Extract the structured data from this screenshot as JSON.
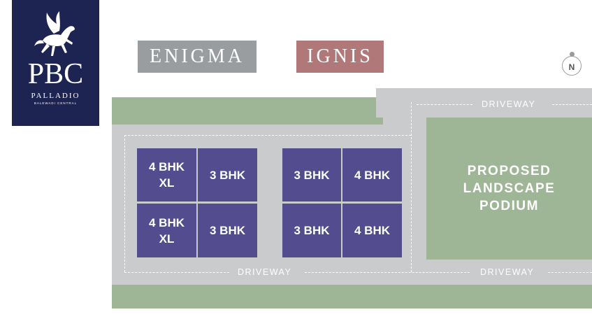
{
  "logo": {
    "initials": "PBC",
    "name": "PALLADIO",
    "sub": "BALEWADI CENTRAL",
    "icon": "pegasus-icon",
    "color": "#1e2452"
  },
  "towers": {
    "enigma": {
      "label": "ENIGMA",
      "color": "#9a9d9f"
    },
    "ignis": {
      "label": "IGNIS",
      "color": "#b07878"
    }
  },
  "compass": {
    "label": "N"
  },
  "plan": {
    "driveway_top": "DRIVEWAY",
    "driveway_bottom_left": "DRIVEWAY",
    "driveway_bottom_right": "DRIVEWAY",
    "podium": "PROPOSED\nLANDSCAPE\nPODIUM",
    "enigma_units": [
      "4 BHK\nXL",
      "3 BHK",
      "4 BHK\nXL",
      "3 BHK"
    ],
    "ignis_units": [
      "3 BHK",
      "4 BHK",
      "3 BHK",
      "4 BHK"
    ],
    "colors": {
      "unit": "#534d8f",
      "green": "#9eb696",
      "road": "#cacbcc"
    }
  }
}
